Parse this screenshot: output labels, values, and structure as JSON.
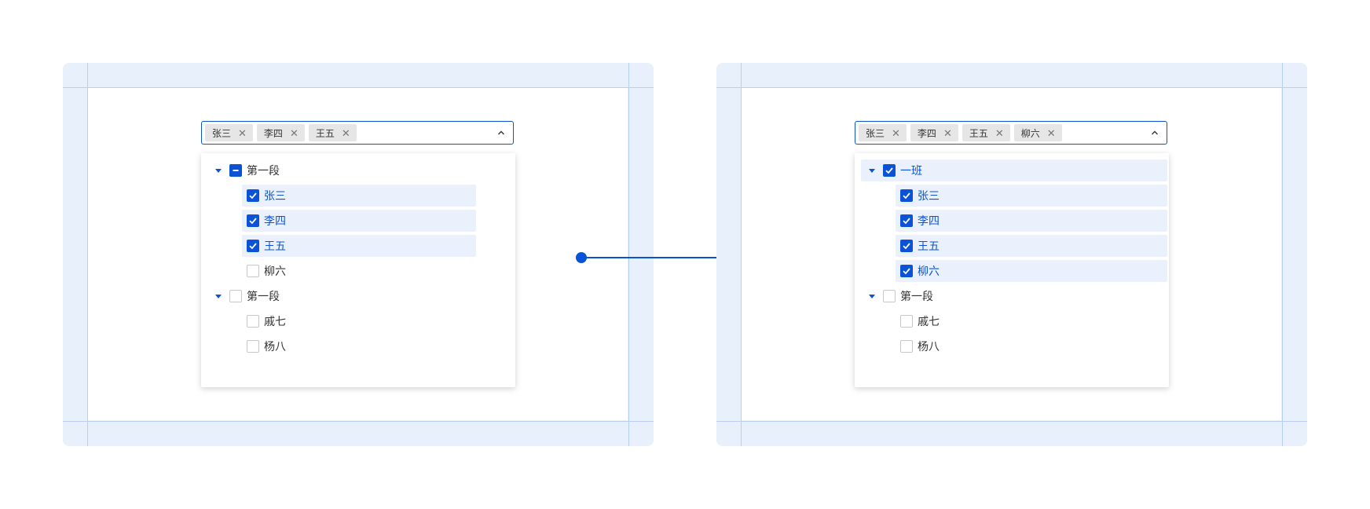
{
  "colors": {
    "accent": "#0a53d6",
    "panel_bg": "#e8f0fc",
    "selected_row_bg": "#ebf1fc",
    "tag_bg": "#e6e6e6"
  },
  "left": {
    "tags": [
      "张三",
      "李四",
      "王五"
    ],
    "groups": [
      {
        "label": "第一段",
        "state": "partial",
        "children": [
          {
            "label": "张三",
            "checked": true
          },
          {
            "label": "李四",
            "checked": true
          },
          {
            "label": "王五",
            "checked": true
          },
          {
            "label": "柳六",
            "checked": false
          }
        ]
      },
      {
        "label": "第一段",
        "state": "unchecked",
        "children": [
          {
            "label": "戚七",
            "checked": false
          },
          {
            "label": "杨八",
            "checked": false
          }
        ]
      }
    ]
  },
  "right": {
    "tags": [
      "张三",
      "李四",
      "王五",
      "柳六"
    ],
    "groups": [
      {
        "label": "一班",
        "state": "checked",
        "children": [
          {
            "label": "张三",
            "checked": true
          },
          {
            "label": "李四",
            "checked": true
          },
          {
            "label": "王五",
            "checked": true
          },
          {
            "label": "柳六",
            "checked": true
          }
        ]
      },
      {
        "label": "第一段",
        "state": "unchecked",
        "children": [
          {
            "label": "戚七",
            "checked": false
          },
          {
            "label": "杨八",
            "checked": false
          }
        ]
      }
    ]
  },
  "icons": {
    "tag_remove": "close-icon",
    "select_toggle": "chevron-up-icon",
    "tree_toggle": "caret-down-icon"
  }
}
